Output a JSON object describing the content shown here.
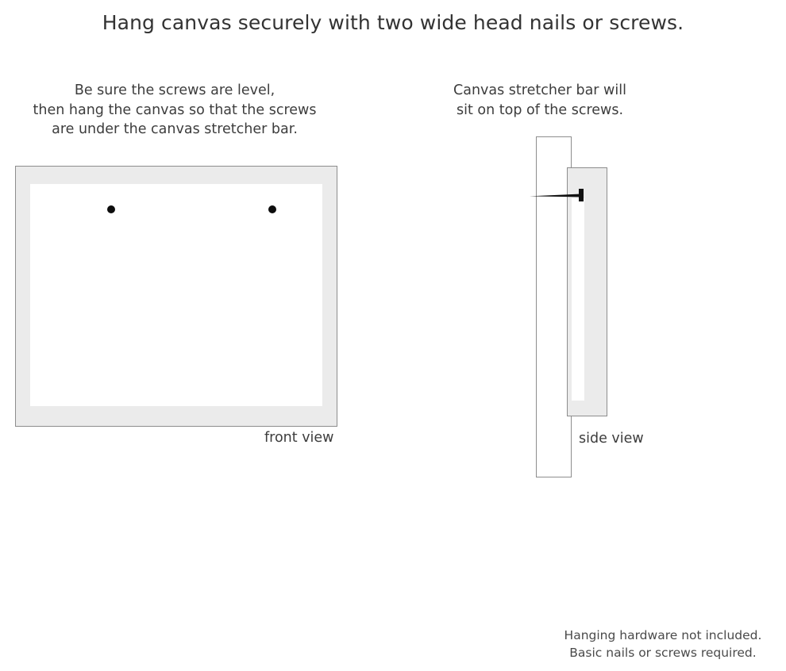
{
  "headline": "Hang canvas securely with two wide head nails or screws.",
  "captions": {
    "left": [
      "Be sure the screws are level,",
      "then hang the canvas so that the screws",
      "are under the canvas stretcher bar."
    ],
    "right": [
      "Canvas stretcher bar will",
      "sit on top of the screws."
    ]
  },
  "front_view": {
    "label": "front view",
    "screw_count": 2
  },
  "side_view": {
    "label": "side view"
  },
  "footer": [
    "Hanging hardware not included.",
    "Basic nails or screws required."
  ],
  "colors": {
    "frame_fill": "#ebebeb",
    "frame_outline": "#8d8d8d",
    "canvas_face": "#ffffff",
    "screw": "#0d0d0d",
    "nail": "#111111",
    "text": "#3d3d3d",
    "headline_text": "#333333",
    "background": "#ffffff"
  }
}
